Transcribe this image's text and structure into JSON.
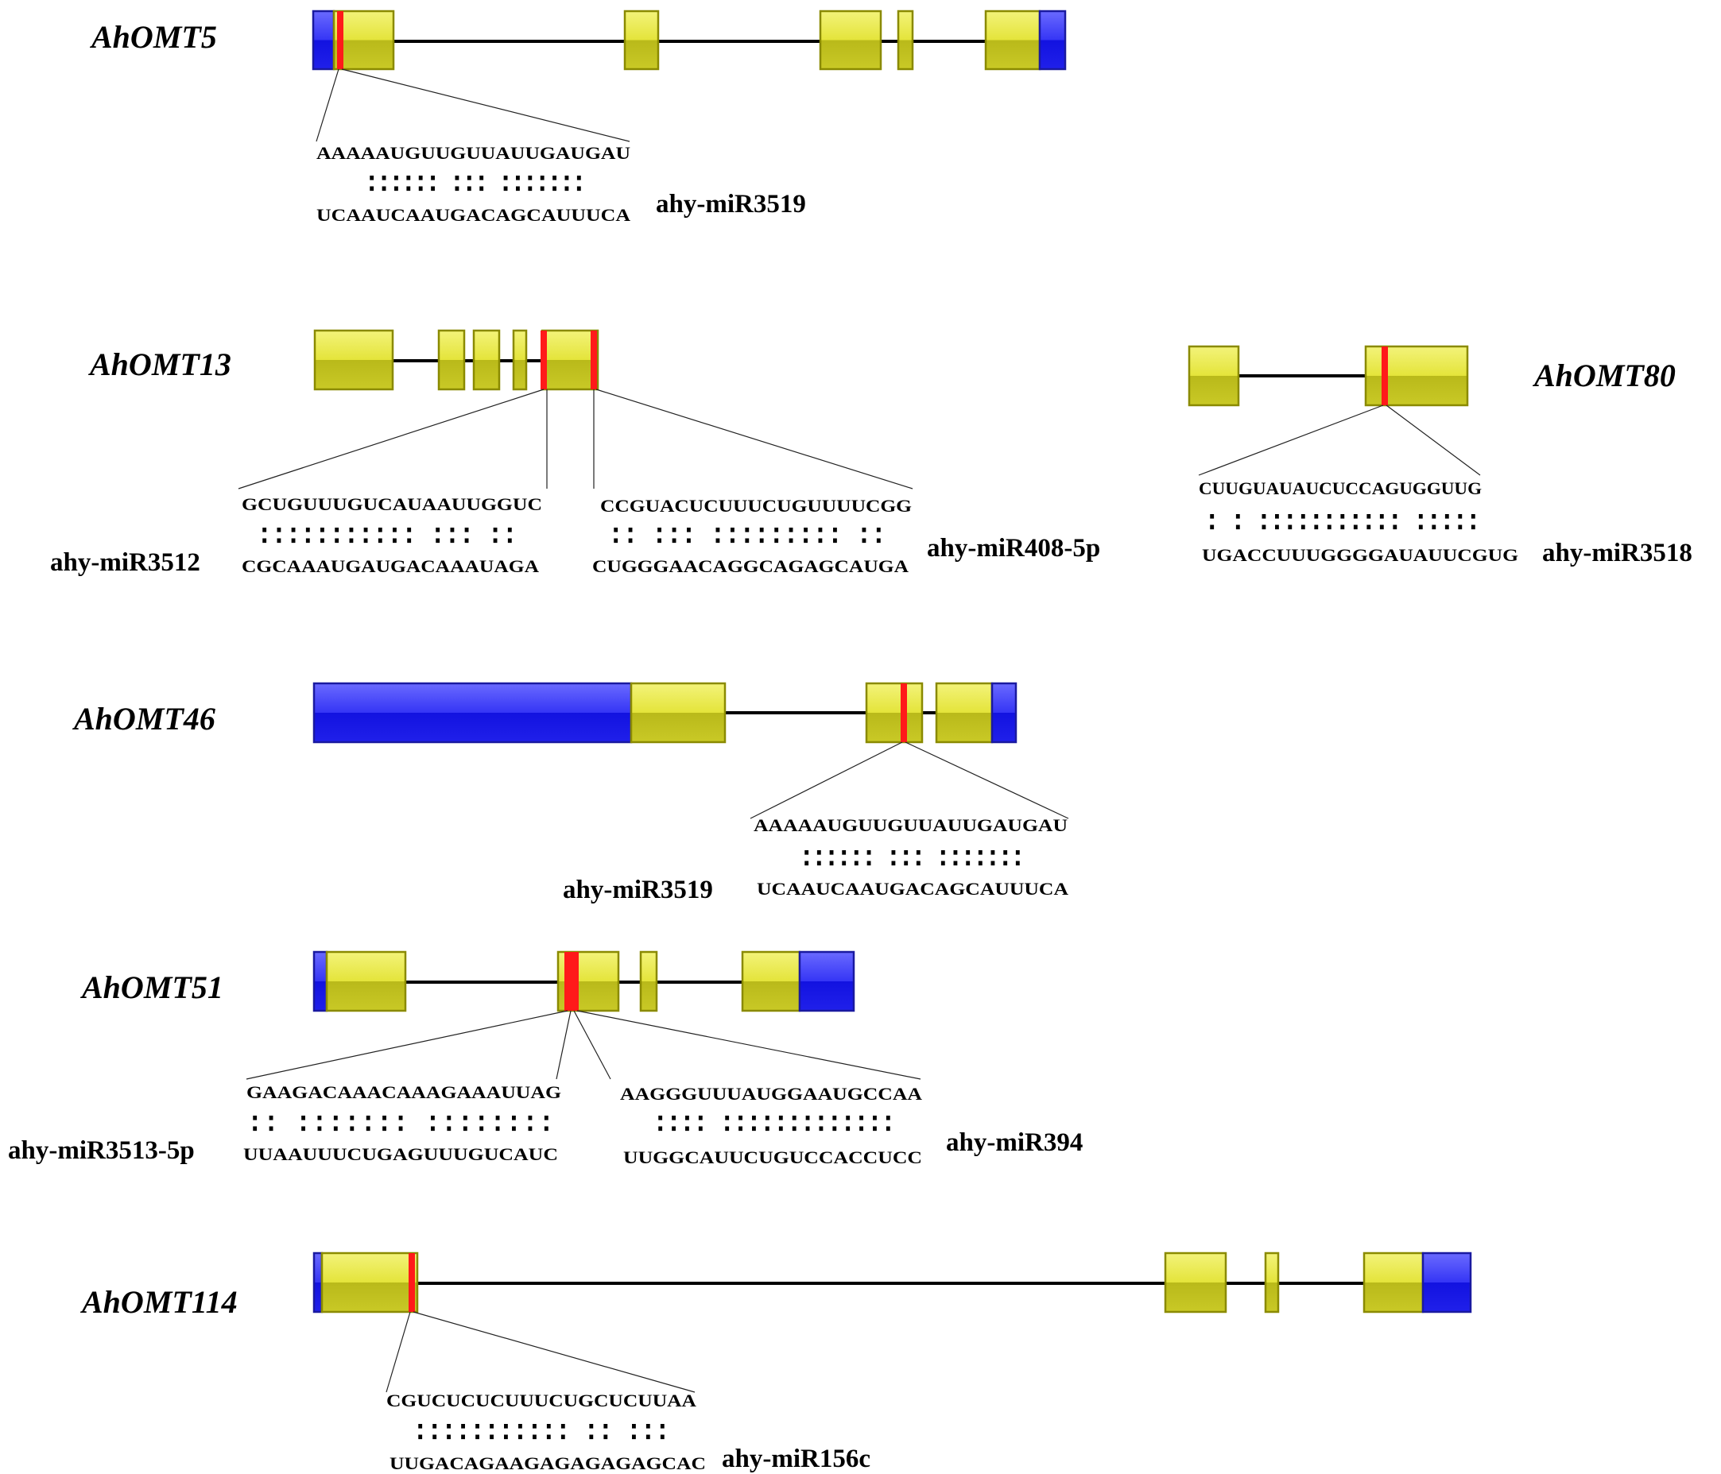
{
  "colors": {
    "cds": "#c8c81e",
    "utr": "#1f1fe6",
    "target_site": "#ff1a1a"
  },
  "genes": [
    {
      "name": "AhOMT5",
      "sites": [
        {
          "target": "AAAAAUGUUGUUAUUGAUGAU",
          "pairing": ":::::: ::: :::::::",
          "mirna": "UCAAUCAAUGACAGCAUUUCA",
          "label": "ahy-miR3519"
        }
      ]
    },
    {
      "name": "AhOMT13",
      "sites": [
        {
          "target": "GCUGUUUGUCAUAAUUGGUC",
          "pairing": ":::::::::::  :::  ::",
          "mirna": "CGCAAAUGAUGACAAAUAGA",
          "label": "ahy-miR3512"
        },
        {
          "target": "CCGUACUCUUUCUGUUUUCGG",
          "pairing": ":: :::  ::::::::: ::",
          "mirna": "CUGGGAACAGGCAGAGCAUGA",
          "label": "ahy-miR408-5p"
        }
      ]
    },
    {
      "name": "AhOMT80",
      "sites": [
        {
          "target": "CUUGUAUAUCUCCAGUGGUUG",
          "pairing": ": :  :::::::::::  :::::",
          "mirna": "UGACCUUUGGGGAUAUUCGUG",
          "label": "ahy-miR3518"
        }
      ]
    },
    {
      "name": "AhOMT46",
      "sites": [
        {
          "target": "AAAAAUGUUGUUAUUGAUGAU",
          "pairing": ":::::: ::: :::::::",
          "mirna": "UCAAUCAAUGACAGCAUUUCA",
          "label": "ahy-miR3519"
        }
      ]
    },
    {
      "name": "AhOMT51",
      "sites": [
        {
          "target": "GAAGACAAACAAAGAAAUUAG",
          "pairing": ":: :::::::  ::::::::",
          "mirna": "UUAAUUUCUGAGUUUGUCAUC",
          "label": "ahy-miR3513-5p"
        },
        {
          "target": "AAGGGUUUAUGGAAUGCCAA",
          "pairing": "::::  :::::::::::::",
          "mirna": "UUGGCAUUCUGUCCACCUCC",
          "label": "ahy-miR394"
        }
      ]
    },
    {
      "name": "AhOMT114",
      "sites": [
        {
          "target": "CGUCUCUCUUUCUGCUCUUAA",
          "pairing": ":::::::::::  ::  :::",
          "mirna": "UUGACAGAAGAGAGAGAGCAC",
          "label": "ahy-miR156c"
        }
      ]
    }
  ]
}
